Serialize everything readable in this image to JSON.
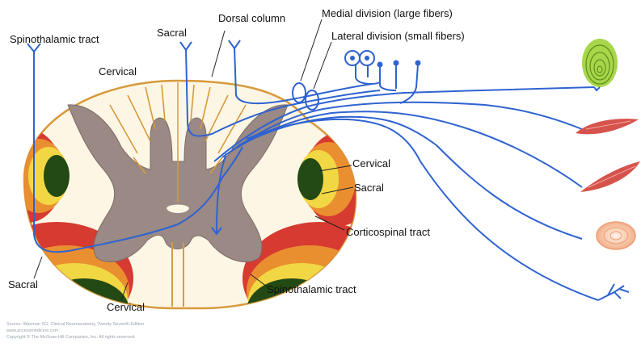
{
  "labels": {
    "spinothalamic_top": "Spinothalamic tract",
    "sacral_top": "Sacral",
    "dorsal_column": "Dorsal column",
    "medial_division": "Medial division (large fibers)",
    "lateral_division": "Lateral division (small fibers)",
    "cervical_top": "Cervical",
    "cervical_right": "Cervical",
    "sacral_right": "Sacral",
    "corticospinal": "Corticospinal tract",
    "sacral_left": "Sacral",
    "cervical_bottom": "Cervical",
    "spinothalamic_bottom": "Spinothalamic tract"
  },
  "credits": [
    "Source: Waxman SG: Clinical Neuroanatomy, Twenty-Seventh Edition",
    "www.accessmedicine.com",
    "Copyright © The McGraw-Hill Companies, Inc. All rights reserved."
  ],
  "colors": {
    "fiber": "#2f63d1",
    "gray_matter": "#9a8985",
    "white_matter": "#fdf6e4",
    "tract_red": "#d63a31",
    "tract_orange": "#ea8f30",
    "tract_yellow": "#f2d744",
    "tract_green": "#234a14",
    "tract_gold": "#d8a53a"
  }
}
